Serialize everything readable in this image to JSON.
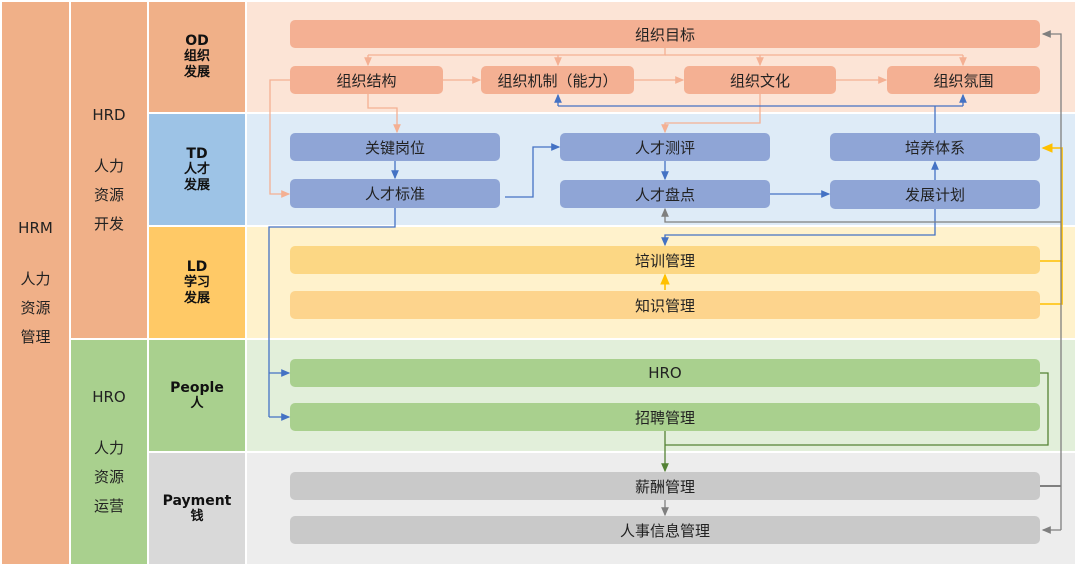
{
  "hrm": {
    "code": "HRM",
    "lines": [
      "人力",
      "资源",
      "管理"
    ]
  },
  "hrd": {
    "code": "HRD",
    "lines": [
      "人力",
      "资源",
      "开发"
    ]
  },
  "hro": {
    "code": "HRO",
    "lines": [
      "人力",
      "资源",
      "运营"
    ]
  },
  "categories": {
    "od": {
      "code": "OD",
      "lines": [
        "组织",
        "发展"
      ]
    },
    "td": {
      "code": "TD",
      "lines": [
        "人才",
        "发展"
      ]
    },
    "ld": {
      "code": "LD",
      "lines": [
        "学习",
        "发展"
      ]
    },
    "people": {
      "code": "People",
      "lines": [
        "人"
      ]
    },
    "payment": {
      "code": "Payment",
      "lines": [
        "钱"
      ]
    }
  },
  "nodes": {
    "org_goal": "组织目标",
    "org_structure": "组织结构",
    "org_mechanism": "组织机制（能力）",
    "org_culture": "组织文化",
    "org_atmosphere": "组织氛围",
    "key_positions": "关键岗位",
    "talent_standard": "人才标准",
    "talent_assessment": "人才测评",
    "talent_review": "人才盘点",
    "training_system": "培养体系",
    "development_plan": "发展计划",
    "training_mgmt": "培训管理",
    "knowledge_mgmt": "知识管理",
    "hro_node": "HRO",
    "recruitment_mgmt": "招聘管理",
    "compensation_mgmt": "薪酬管理",
    "personnel_info_mgmt": "人事信息管理"
  },
  "colors": {
    "od_arrow": "#f4b093",
    "td_arrow": "#4472c4",
    "ld_arrow": "#ffc000",
    "people_arrow": "#548235",
    "pay_arrow": "#7f7f7f"
  }
}
